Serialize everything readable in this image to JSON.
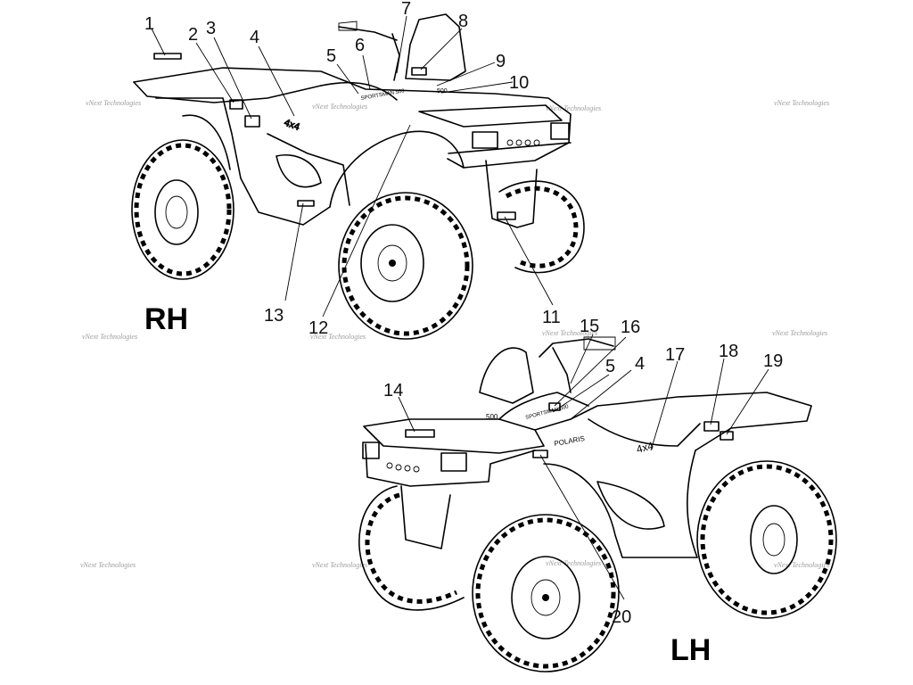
{
  "watermark": "vNext Technologies",
  "views": [
    {
      "name": "rh",
      "label": "RH"
    },
    {
      "name": "lh",
      "label": "LH"
    }
  ],
  "callouts": {
    "rh": [
      "1",
      "2",
      "3",
      "4",
      "5",
      "6",
      "7",
      "8",
      "9",
      "10",
      "11",
      "12",
      "13"
    ],
    "lh": [
      "14",
      "15",
      "16",
      "5",
      "4",
      "17",
      "18",
      "19",
      "20"
    ]
  },
  "decals": {
    "model_badge": "SPORTSMAN 500",
    "drive_badge": "4x4",
    "engine_badge": "500",
    "brand_badge": "POLARIS"
  },
  "colors": {
    "ink": "#000000",
    "watermark": "#9a9a9a",
    "background": "#ffffff"
  }
}
